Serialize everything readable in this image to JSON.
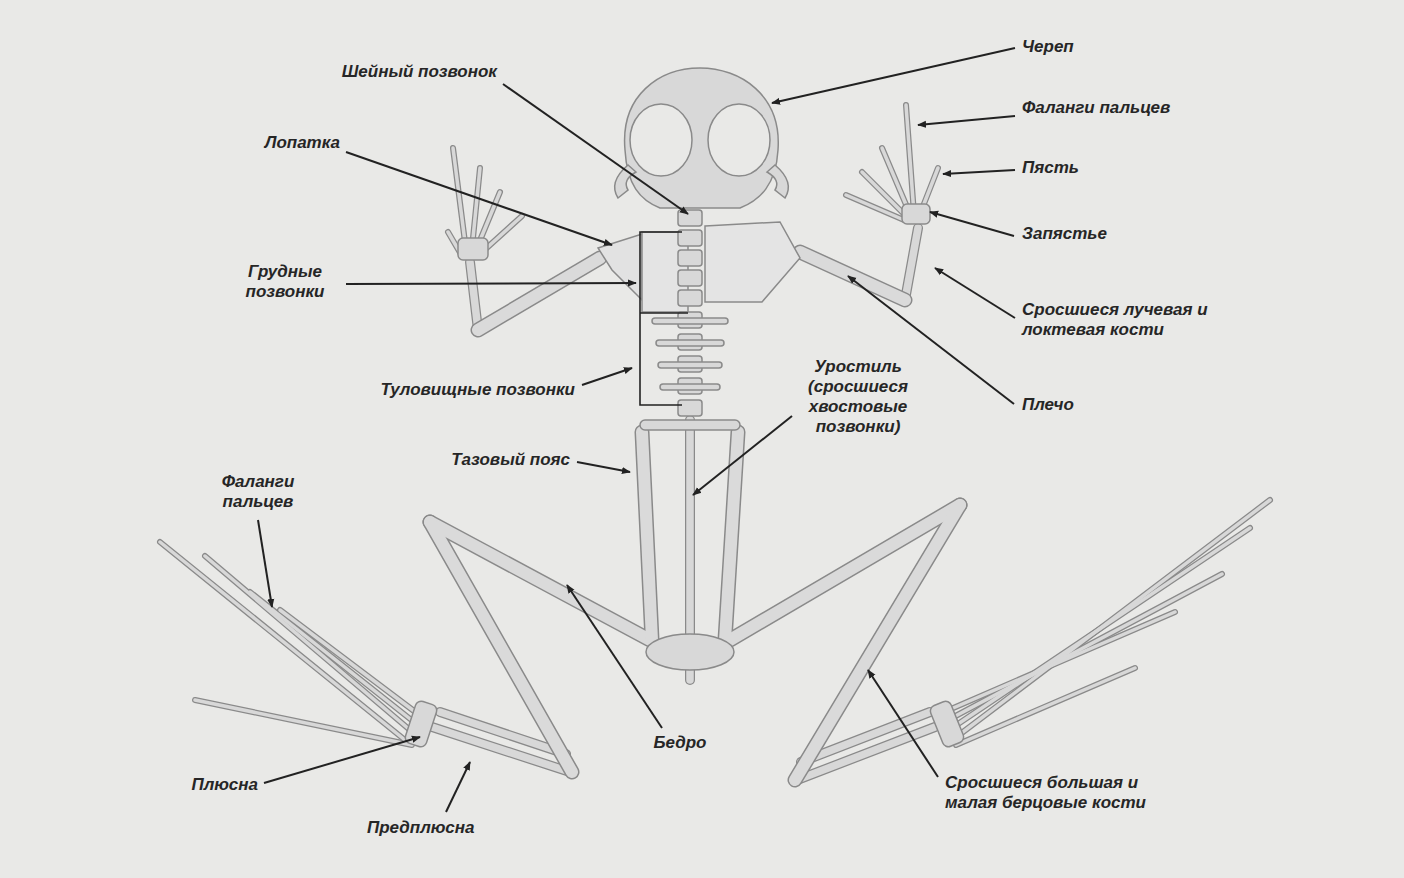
{
  "diagram": {
    "labels": [
      "Череп",
      "Шейный позвонок",
      "Фаланги пальцев",
      "Лопатка",
      "Пясть",
      "Запястье",
      "Грудные позвонки",
      "Сросшиеся лучевая и локтевая кости",
      "Туловищные позвонки",
      "Уростиль (сросшиеся хвостовые позвонки)",
      "Плечо",
      "Тазовый пояс",
      "Фаланги пальцев",
      "Бедро",
      "Плюсна",
      "Предплюсна",
      "Сросшиеся большая и малая берцовые кости"
    ]
  }
}
